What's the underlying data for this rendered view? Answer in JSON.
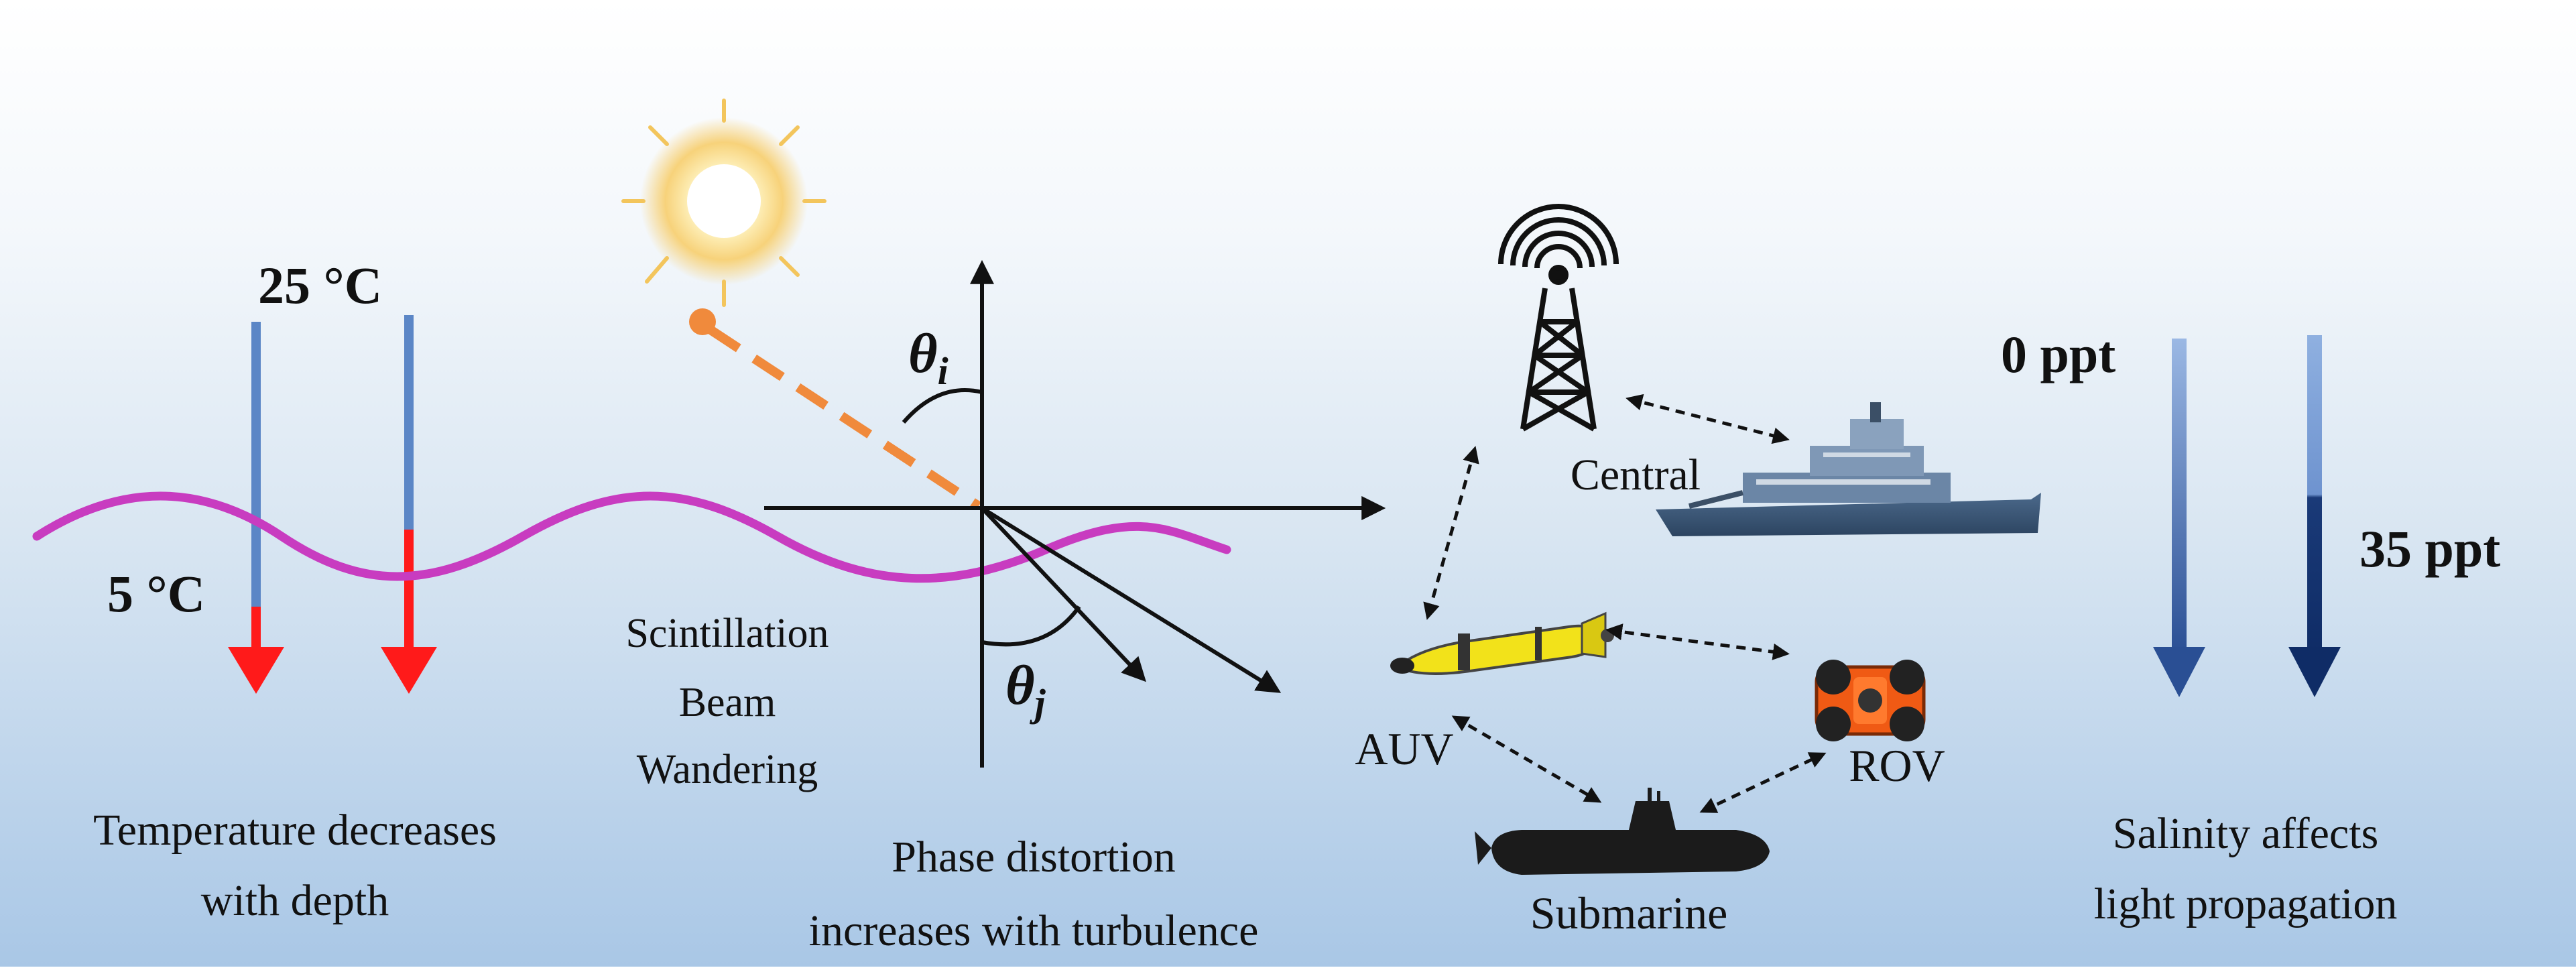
{
  "temperature": {
    "top_label": "25 °C",
    "bottom_label": "5 °C",
    "caption_line1": "Temperature decreases",
    "caption_line2": "with depth"
  },
  "optics": {
    "theta_i": "θ",
    "theta_i_sub": "i",
    "theta_j": "θ",
    "theta_j_sub": "j",
    "effects_line1": "Scintillation",
    "effects_line2": "Beam",
    "effects_line3": "Wandering",
    "caption_line1": "Phase distortion",
    "caption_line2": "increases  with turbulence"
  },
  "network": {
    "central": "Central",
    "auv": "AUV",
    "rov": "ROV",
    "submarine": "Submarine"
  },
  "salinity": {
    "top_label": "0 ppt",
    "bottom_label": "35 ppt",
    "caption_line1": "Salinity affects",
    "caption_line2": "light propagation"
  },
  "colors": {
    "wave": "#c83cc0",
    "temp_arrow_warm": "#5b86c6",
    "temp_arrow_cold": "#ff1a1a",
    "laser": "#f08a3c",
    "auv_body": "#f2e21a",
    "rov_body": "#f05a14",
    "salinity_arrow": "#2a4f94"
  }
}
